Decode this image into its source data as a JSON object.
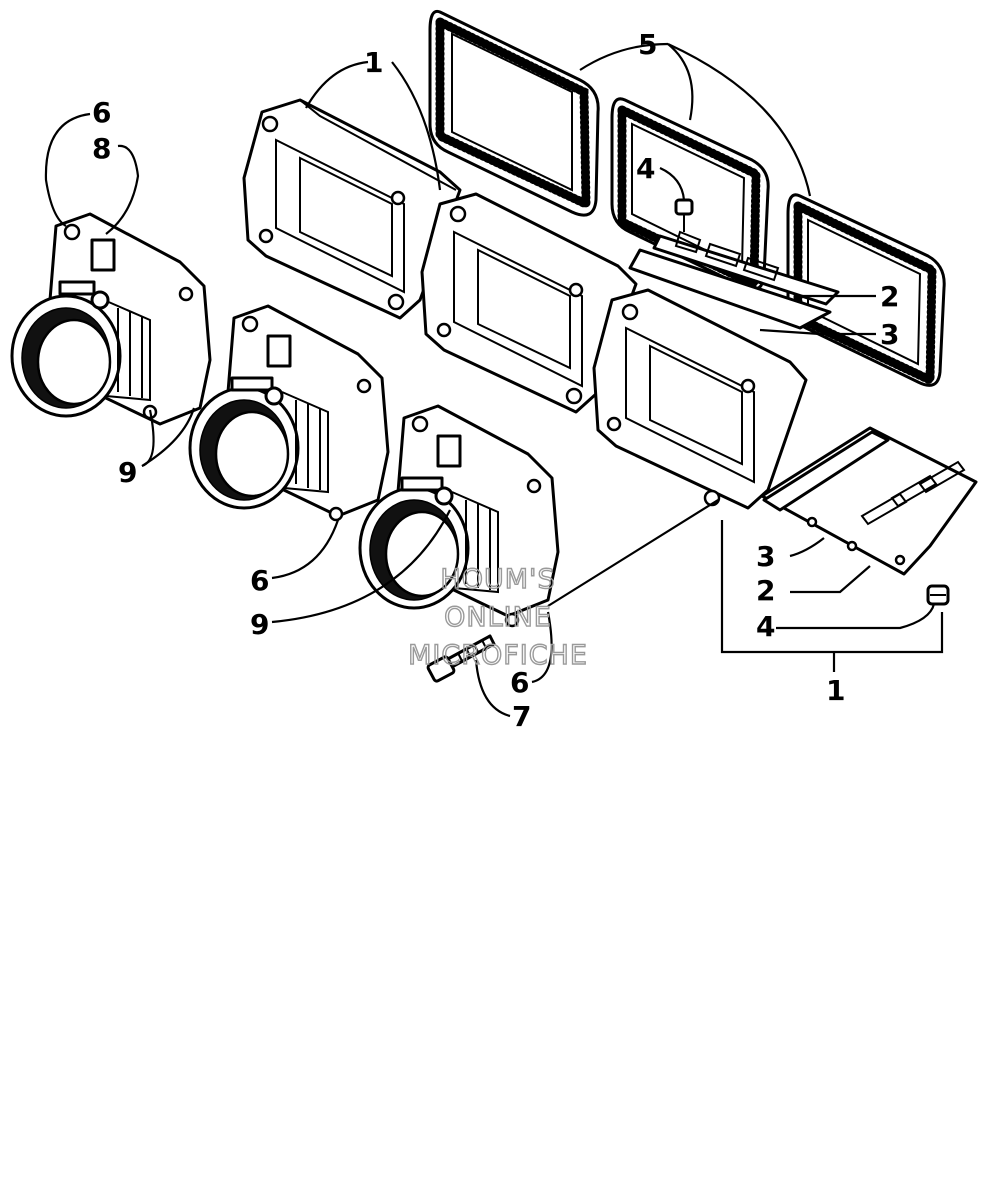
{
  "diagram": {
    "callouts": [
      {
        "id": "c1a",
        "label": "1"
      },
      {
        "id": "c1b",
        "label": "1"
      },
      {
        "id": "c2a",
        "label": "2"
      },
      {
        "id": "c2b",
        "label": "2"
      },
      {
        "id": "c3a",
        "label": "3"
      },
      {
        "id": "c3b",
        "label": "3"
      },
      {
        "id": "c4a",
        "label": "4"
      },
      {
        "id": "c4b",
        "label": "4"
      },
      {
        "id": "c5",
        "label": "5"
      },
      {
        "id": "c6a",
        "label": "6"
      },
      {
        "id": "c6b",
        "label": "6"
      },
      {
        "id": "c6c",
        "label": "6"
      },
      {
        "id": "c7",
        "label": "7"
      },
      {
        "id": "c8",
        "label": "8"
      },
      {
        "id": "c9a",
        "label": "9"
      },
      {
        "id": "c9b",
        "label": "9"
      }
    ],
    "watermark": {
      "line1": "HOUM'S",
      "line2": "ONLINE",
      "line3": "MICROFICHE"
    }
  }
}
